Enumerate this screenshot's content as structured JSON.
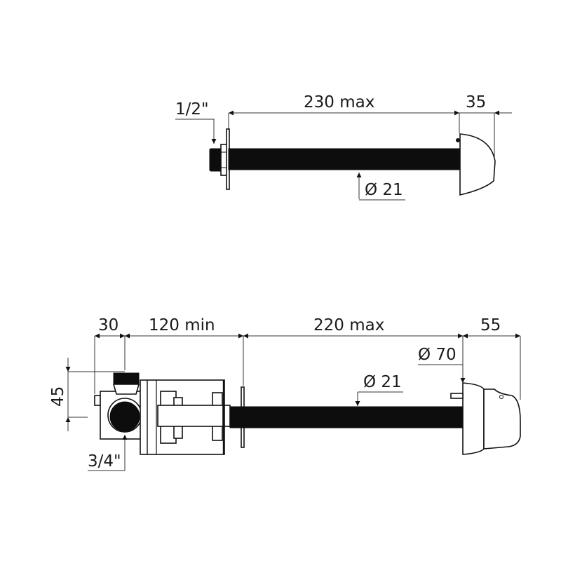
{
  "diagram": {
    "type": "technical-drawing",
    "views": [
      {
        "id": "top",
        "description": "Extension rod with 1/2\" connection, wall plate and dome cap",
        "dimensions": {
          "thread": "1/2\"",
          "length": "230 max",
          "cap_depth": "35",
          "rod_diameter": "Ø 21"
        }
      },
      {
        "id": "bottom",
        "description": "Valve body with 3/4\" inlet, body, extension rod and head",
        "dimensions": {
          "valve_offset": "30",
          "body_length": "120 min",
          "rod_length": "220 max",
          "head_depth": "55",
          "head_diameter": "Ø 70",
          "rod_diameter": "Ø 21",
          "height": "45",
          "inlet": "3/4\""
        }
      }
    ]
  }
}
